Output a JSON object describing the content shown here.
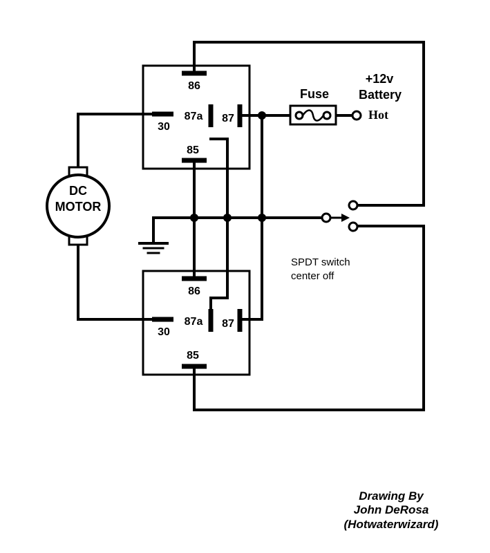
{
  "relay_top": {
    "pin_86": "86",
    "pin_87a": "87a",
    "pin_87": "87",
    "pin_30": "30",
    "pin_85": "85"
  },
  "relay_bottom": {
    "pin_86": "86",
    "pin_87a": "87a",
    "pin_87": "87",
    "pin_30": "30",
    "pin_85": "85"
  },
  "motor": {
    "line1": "DC",
    "line2": "MOTOR"
  },
  "fuse": {
    "label": "Fuse"
  },
  "battery": {
    "voltage": "+12v",
    "label": "Battery",
    "terminal": "Hot"
  },
  "switch": {
    "line1": "SPDT switch",
    "line2": "center off"
  },
  "credit": {
    "line1": "Drawing By",
    "line2": "John DeRosa",
    "line3": "(Hotwaterwizard)"
  }
}
